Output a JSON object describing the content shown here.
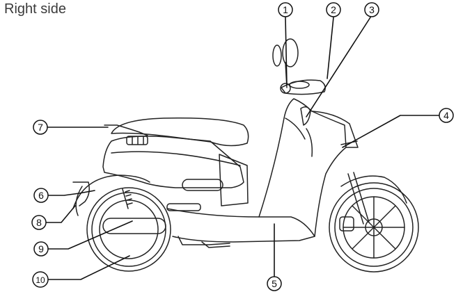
{
  "heading": "Right side",
  "callouts": [
    {
      "id": "c1",
      "label": "1"
    },
    {
      "id": "c2",
      "label": "2"
    },
    {
      "id": "c3",
      "label": "3"
    },
    {
      "id": "c4",
      "label": "4"
    },
    {
      "id": "c5",
      "label": "5"
    },
    {
      "id": "c6",
      "label": "6"
    },
    {
      "id": "c7",
      "label": "7"
    },
    {
      "id": "c8",
      "label": "8"
    },
    {
      "id": "c9",
      "label": "9"
    },
    {
      "id": "c10",
      "label": "10"
    }
  ]
}
